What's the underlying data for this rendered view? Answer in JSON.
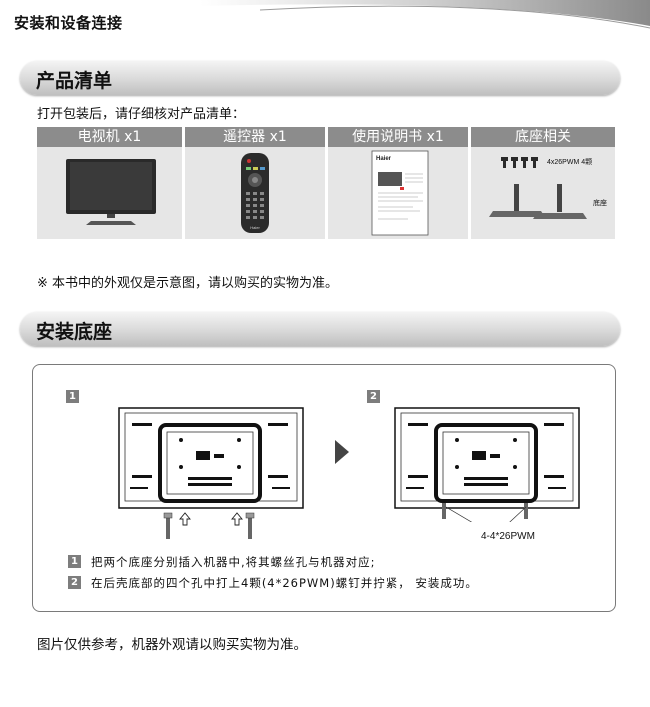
{
  "header": {
    "title": "安装和设备连接"
  },
  "sections": {
    "products": {
      "title": "产品清单"
    },
    "install": {
      "title": "安装底座"
    }
  },
  "products": {
    "intro": "打开包装后，请仔细核对产品清单：",
    "items": [
      {
        "label": "电视机 x1"
      },
      {
        "label": "遥控器 x1"
      },
      {
        "label": "使用说明书 x1"
      },
      {
        "label": "底座相关"
      }
    ],
    "screw_label": "4x26PWM  4颗",
    "base_label": "底座",
    "manual_brand": "Haier",
    "remote_brand": "Haier",
    "note": "※ 本书中的外观仅是示意图，请以购买的实物为准。"
  },
  "install": {
    "step1_num": "1",
    "step2_num": "2",
    "screw_callout": "4-4*26PWM",
    "steps": [
      {
        "num": "1",
        "text": "把两个底座分别插入机器中,将其螺丝孔与机器对应;"
      },
      {
        "num": "2",
        "text": "在后壳底部的四个孔中打上4颗(4*26PWM)螺钉并拧紧，  安装成功。"
      }
    ]
  },
  "footer": {
    "note": "图片仅供参考，机器外观请以购买实物为准。"
  }
}
